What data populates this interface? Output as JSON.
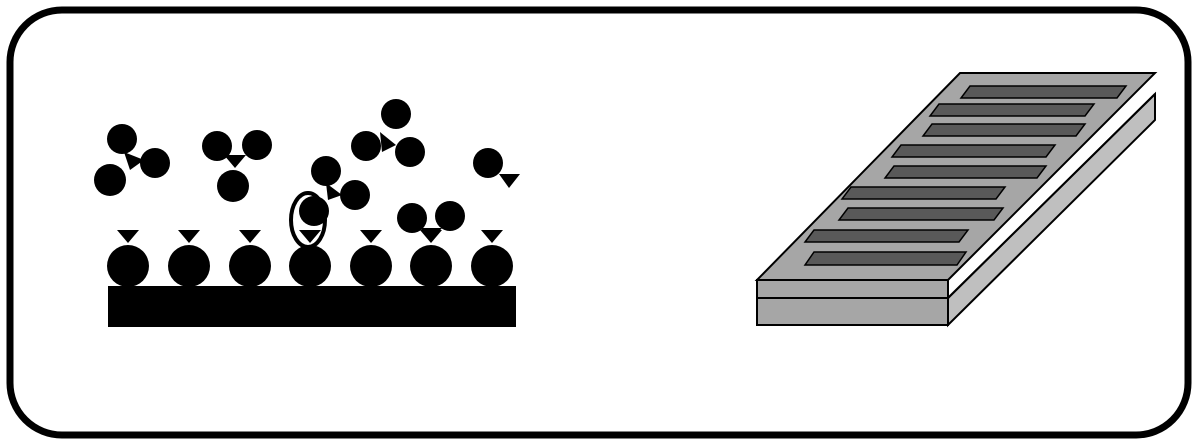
{
  "figure": {
    "frame_stroke": "#000000",
    "frame_fill": "#ffffff"
  },
  "binding_panel": {
    "substrate_color": "#000000",
    "receptor_count": 7,
    "free_trimer_count": 6,
    "free_monomer_count": 1,
    "highlight_ring": true,
    "colors": {
      "bead": "#000000",
      "ring_fill": "#ffffff"
    }
  },
  "microarray_chip": {
    "stripe_count": 9,
    "colors": {
      "top_surface": "#a6a6a6",
      "front_face": "#a6a6a6",
      "side_face": "#bfbfbf",
      "stripe": "#595959",
      "outline": "#000000"
    }
  }
}
